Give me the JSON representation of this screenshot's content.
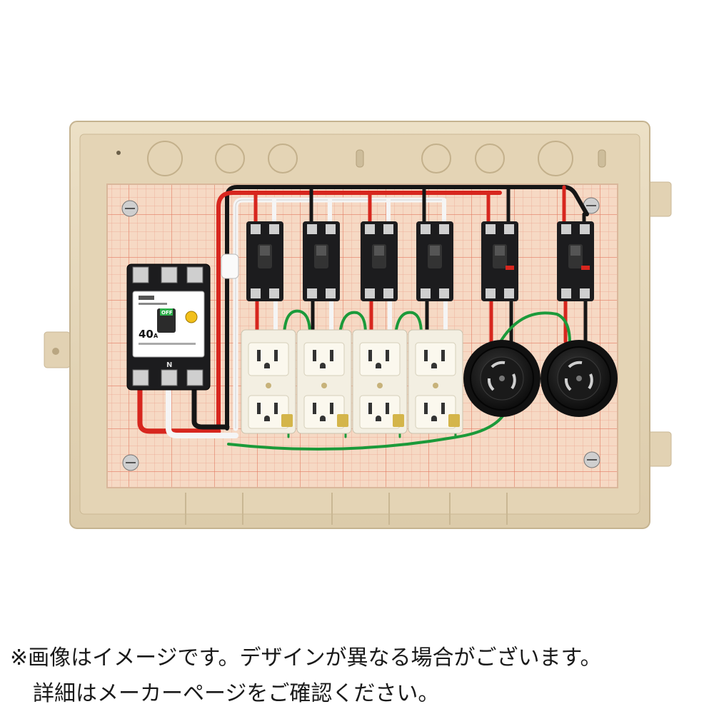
{
  "photo": {
    "breaker_rating": "40",
    "breaker_unit": "A",
    "breaker_off_label": "OFF",
    "breaker_terminal_label": "N",
    "colors": {
      "enclosure": "#e6d6b9",
      "board": "#f6d9c4",
      "grid_line": "#e9856f",
      "wire_red": "#d7261e",
      "wire_black": "#161616",
      "wire_white": "#f5f5f5",
      "wire_green": "#1b9a3a",
      "outlet_body": "#f3efe2",
      "breaker_body": "#1c1c1e"
    }
  },
  "caption": {
    "line1": "※画像はイメージです。デザインが異なる場合がございます。",
    "line2": "詳細はメーカーページをご確認ください。"
  }
}
